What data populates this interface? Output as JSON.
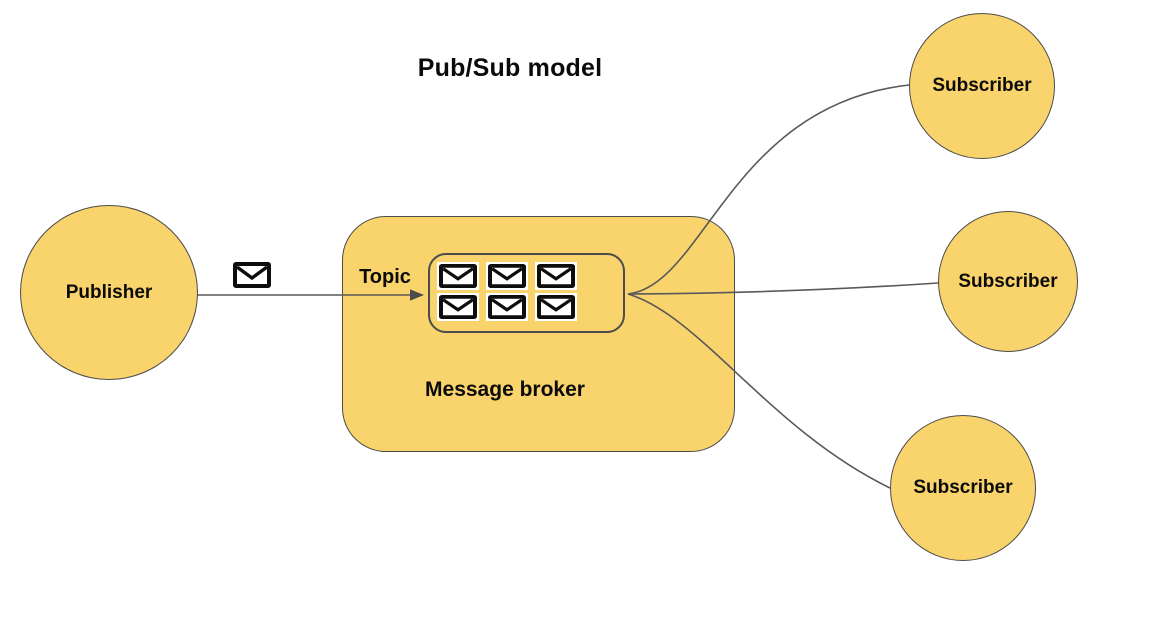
{
  "title": "Pub/Sub model",
  "colors": {
    "node_fill": "#F9D36B",
    "node_border": "#4C4C4C",
    "connector": "#595959",
    "envelope": "#0D0D0D",
    "label_text": "#0B0B0B",
    "canvas_bg": "#FFFFFF"
  },
  "publisher": {
    "label": "Publisher"
  },
  "broker": {
    "label": "Message broker",
    "topic": {
      "label": "Topic",
      "message_count": 6
    }
  },
  "subscribers": [
    {
      "label": "Subscriber"
    },
    {
      "label": "Subscriber"
    },
    {
      "label": "Subscriber"
    }
  ]
}
